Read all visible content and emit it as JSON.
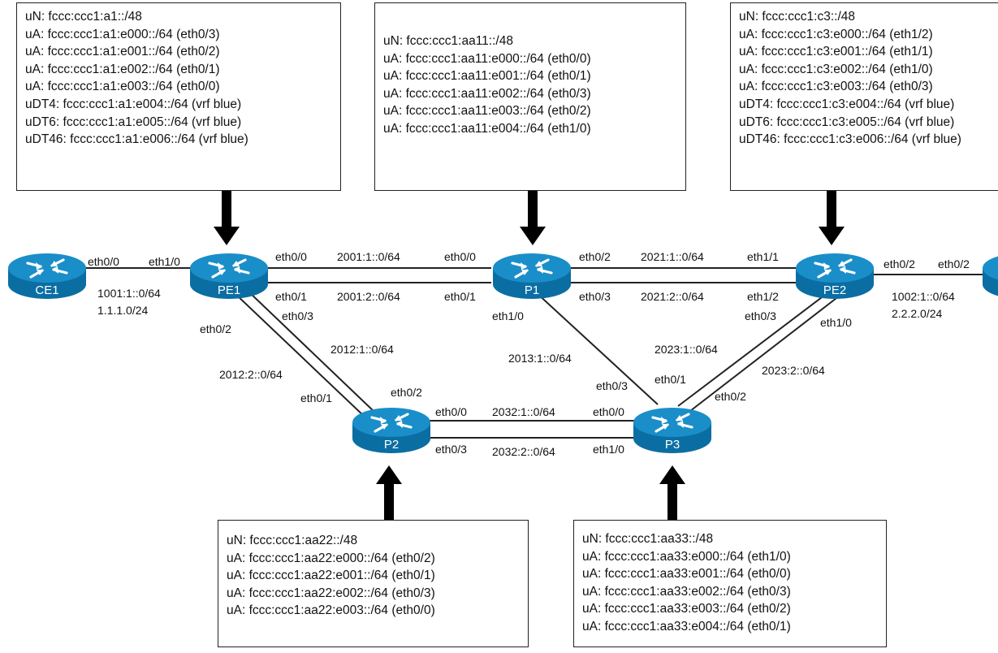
{
  "routers": {
    "ce1": "CE1",
    "pe1": "PE1",
    "p1": "P1",
    "pe2": "PE2",
    "p2": "P2",
    "p3": "P3"
  },
  "sid_boxes": {
    "pe1": [
      "uN: fccc:ccc1:a1::/48",
      "uA: fccc:ccc1:a1:e000::/64 (eth0/3)",
      "uA: fccc:ccc1:a1:e001::/64 (eth0/2)",
      "uA: fccc:ccc1:a1:e002::/64 (eth0/1)",
      "uA: fccc:ccc1:a1:e003::/64 (eth0/0)",
      "uDT4: fccc:ccc1:a1:e004::/64 (vrf blue)",
      "uDT6: fccc:ccc1:a1:e005::/64 (vrf blue)",
      "uDT46: fccc:ccc1:a1:e006::/64 (vrf blue)"
    ],
    "p1": [
      "uN: fccc:ccc1:aa11::/48",
      "uA: fccc:ccc1:aa11:e000::/64 (eth0/0)",
      "uA: fccc:ccc1:aa11:e001::/64 (eth0/1)",
      "uA: fccc:ccc1:aa11:e002::/64 (eth0/3)",
      "uA: fccc:ccc1:aa11:e003::/64 (eth0/2)",
      "uA: fccc:ccc1:aa11:e004::/64 (eth1/0)"
    ],
    "pe2": [
      "uN: fccc:ccc1:c3::/48",
      "uA: fccc:ccc1:c3:e000::/64 (eth1/2)",
      "uA: fccc:ccc1:c3:e001::/64 (eth1/1)",
      "uA: fccc:ccc1:c3:e002::/64 (eth1/0)",
      "uA: fccc:ccc1:c3:e003::/64 (eth0/3)",
      "uDT4: fccc:ccc1:c3:e004::/64 (vrf blue)",
      "uDT6: fccc:ccc1:c3:e005::/64 (vrf blue)",
      "uDT46: fccc:ccc1:c3:e006::/64 (vrf blue)"
    ],
    "p2": [
      "uN: fccc:ccc1:aa22::/48",
      "uA: fccc:ccc1:aa22:e000::/64 (eth0/2)",
      "uA: fccc:ccc1:aa22:e001::/64 (eth0/1)",
      "uA: fccc:ccc1:aa22:e002::/64 (eth0/3)",
      "uA: fccc:ccc1:aa22:e003::/64 (eth0/0)"
    ],
    "p3": [
      "uN: fccc:ccc1:aa33::/48",
      "uA: fccc:ccc1:aa33:e000::/64 (eth1/0)",
      "uA: fccc:ccc1:aa33:e001::/64 (eth0/0)",
      "uA: fccc:ccc1:aa33:e002::/64 (eth0/3)",
      "uA: fccc:ccc1:aa33:e003::/64 (eth0/2)",
      "uA: fccc:ccc1:aa33:e004::/64 (eth0/1)"
    ]
  },
  "links": {
    "ce1_pe1": {
      "ce1_if": "eth0/0",
      "pe1_if": "eth1/0",
      "net6": "1001:1::0/64",
      "net4": "1.1.1.0/24"
    },
    "pe1_p1_a": {
      "pe1_if": "eth0/0",
      "p1_if": "eth0/0",
      "net": "2001:1::0/64"
    },
    "pe1_p1_b": {
      "pe1_if": "eth0/1",
      "p1_if": "eth0/1",
      "net": "2001:2::0/64"
    },
    "p1_pe2_a": {
      "p1_if": "eth0/2",
      "pe2_if": "eth1/1",
      "net": "2021:1::0/64"
    },
    "p1_pe2_b": {
      "p1_if": "eth0/3",
      "pe2_if": "eth1/2",
      "net": "2021:2::0/64"
    },
    "pe2_ce2": {
      "pe2_if": "eth0/2",
      "ce2_if": "eth0/2",
      "net6": "1002:1::0/64",
      "net4": "2.2.2.0/24"
    },
    "pe1_p2_a": {
      "pe1_if": "eth0/3",
      "p2_if": "eth0/2",
      "net": "2012:1::0/64"
    },
    "pe1_p2_b": {
      "pe1_if": "eth0/2",
      "p2_if": "eth0/1",
      "net": "2012:2::0/64"
    },
    "p1_p3": {
      "p1_if": "eth1/0",
      "p3_if": "eth0/3",
      "net": "2013:1::0/64"
    },
    "pe2_p3_a": {
      "pe2_if": "eth0/3",
      "p3_if": "eth0/1",
      "net": "2023:1::0/64"
    },
    "pe2_p3_b": {
      "pe2_if": "eth1/0",
      "p3_if": "eth0/2",
      "net": "2023:2::0/64"
    },
    "p2_p3_a": {
      "p2_if": "eth0/0",
      "p3_if": "eth0/0",
      "net": "2032:1::0/64"
    },
    "p2_p3_b": {
      "p2_if": "eth0/3",
      "p3_if": "eth1/0",
      "net": "2032:2::0/64"
    }
  },
  "colors": {
    "router": "#1a8ec9",
    "router_dark": "#0b6ea3",
    "line": "#222222"
  }
}
